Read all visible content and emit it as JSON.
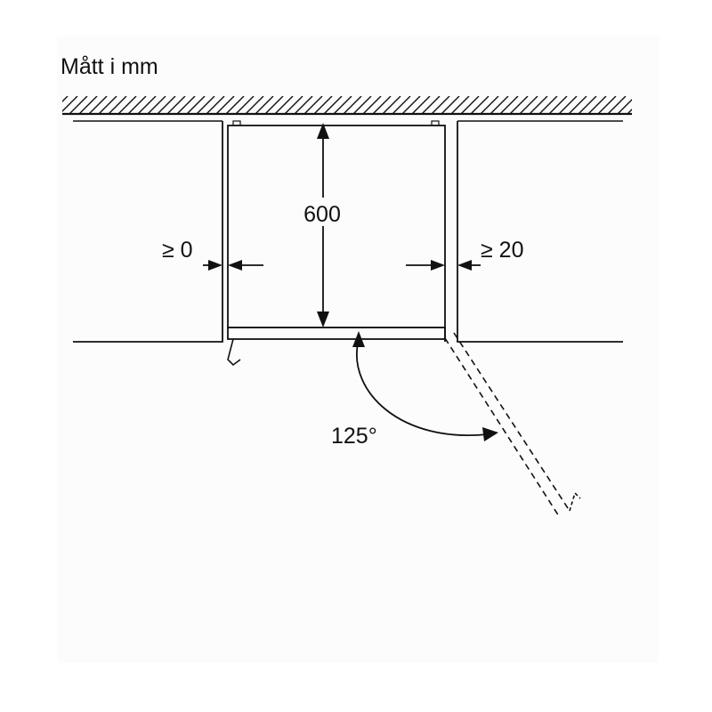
{
  "title": "Mått i mm",
  "dimensions": {
    "depth": "600",
    "left_gap": "≥ 0",
    "right_gap": "≥ 20",
    "door_angle": "125°"
  },
  "colors": {
    "line": "#111111",
    "background": "#fcfcfc"
  }
}
